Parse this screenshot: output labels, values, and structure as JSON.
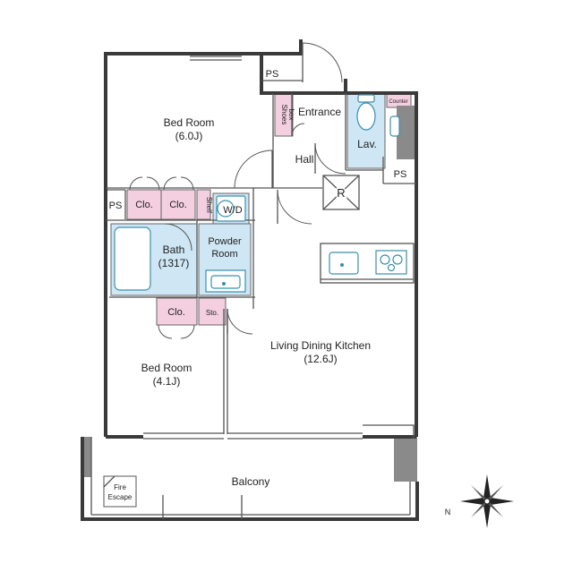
{
  "rooms": {
    "bedroom1_name": "Bed Room",
    "bedroom1_size": "(6.0J)",
    "bedroom2_name": "Bed Room",
    "bedroom2_size": "(4.1J)",
    "ldk_name": "Living Dining Kitchen",
    "ldk_size": "(12.6J)",
    "bath_name": "Bath",
    "bath_size": "(1317)",
    "powder_line1": "Powder",
    "powder_line2": "Room",
    "entrance": "Entrance",
    "hall": "Hall",
    "lav": "Lav.",
    "balcony": "Balcony"
  },
  "storage": {
    "ps_top": "PS",
    "ps_left": "PS",
    "ps_right": "PS",
    "closet_1": "Clo.",
    "closet_2": "Clo.",
    "closet_3": "Clo.",
    "sto": "Sto.",
    "shelf": "Shelf",
    "wd": "W/D",
    "shoes_line1": "Shoes",
    "shoes_line2": "box",
    "counter": "Counter",
    "r_mark": "R"
  },
  "fire_escape": {
    "line1": "Fire",
    "line2": "Escape"
  },
  "compass": {
    "north": "N"
  },
  "colors": {
    "wall": "#3a3a3a",
    "storage_pink": "#f4cfe0",
    "wet_area_blue": "#cfe6f4",
    "fixture_stroke": "#3a8fb0"
  }
}
